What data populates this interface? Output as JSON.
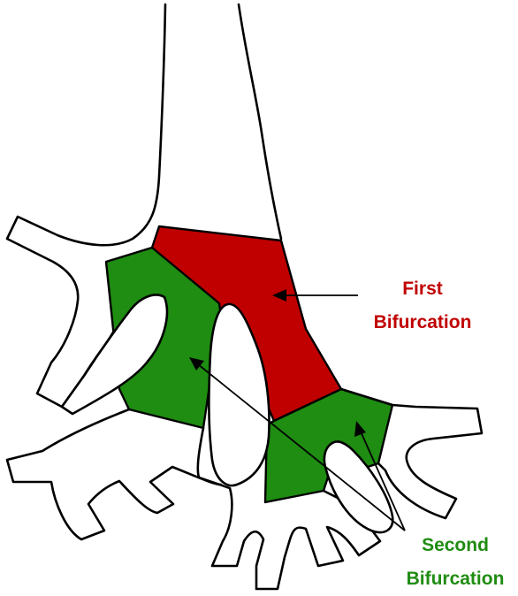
{
  "labels": {
    "first": {
      "line1": "First",
      "line2": "Bifurcation"
    },
    "second": {
      "line1": "Second",
      "line2": "Bifurcation"
    }
  },
  "colors": {
    "first_bifurcation": "#c00000",
    "second_bifurcation": "#1f8c12",
    "outline": "#000000",
    "background": "#ffffff"
  }
}
